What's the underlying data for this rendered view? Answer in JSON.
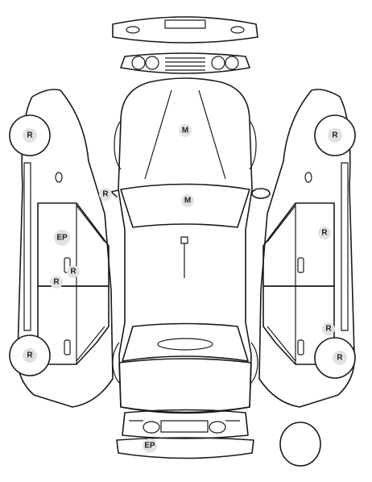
{
  "colors": {
    "line": "#1a1a1a",
    "badge_fill": "#e2e2e2",
    "badge_text": "#222222",
    "background": "#ffffff"
  },
  "badges": [
    {
      "name": "badge-hood-front",
      "label": "M"
    },
    {
      "name": "badge-hood-rear",
      "label": "M"
    },
    {
      "name": "badge-left-mirror",
      "label": "R"
    },
    {
      "name": "badge-left-front-wheel",
      "label": "R"
    },
    {
      "name": "badge-left-rear-wheel",
      "label": "R"
    },
    {
      "name": "badge-left-front-door",
      "label": "EP"
    },
    {
      "name": "badge-left-door-handle",
      "label": "R"
    },
    {
      "name": "badge-left-sill",
      "label": "R"
    },
    {
      "name": "badge-right-front-wheel",
      "label": "R"
    },
    {
      "name": "badge-right-front-door",
      "label": "R"
    },
    {
      "name": "badge-right-sill",
      "label": "R"
    },
    {
      "name": "badge-right-rear-wheel",
      "label": "R"
    },
    {
      "name": "badge-rear-bumper",
      "label": "EP"
    }
  ]
}
